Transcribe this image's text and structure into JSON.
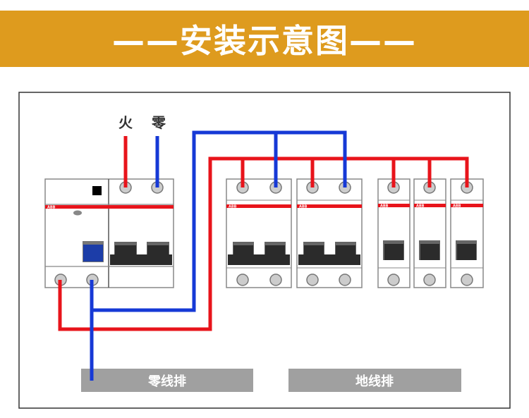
{
  "title": "——安装示意图——",
  "labels": {
    "live": "火",
    "neutral": "零"
  },
  "bars": {
    "neutral_bar": "零线排",
    "ground_bar": "地线排"
  },
  "brand": "ABB",
  "colors": {
    "banner": "#DE9B1E",
    "live_wire": "#E8141B",
    "neutral_wire": "#1639D6",
    "bar": "#A0A0A0"
  }
}
